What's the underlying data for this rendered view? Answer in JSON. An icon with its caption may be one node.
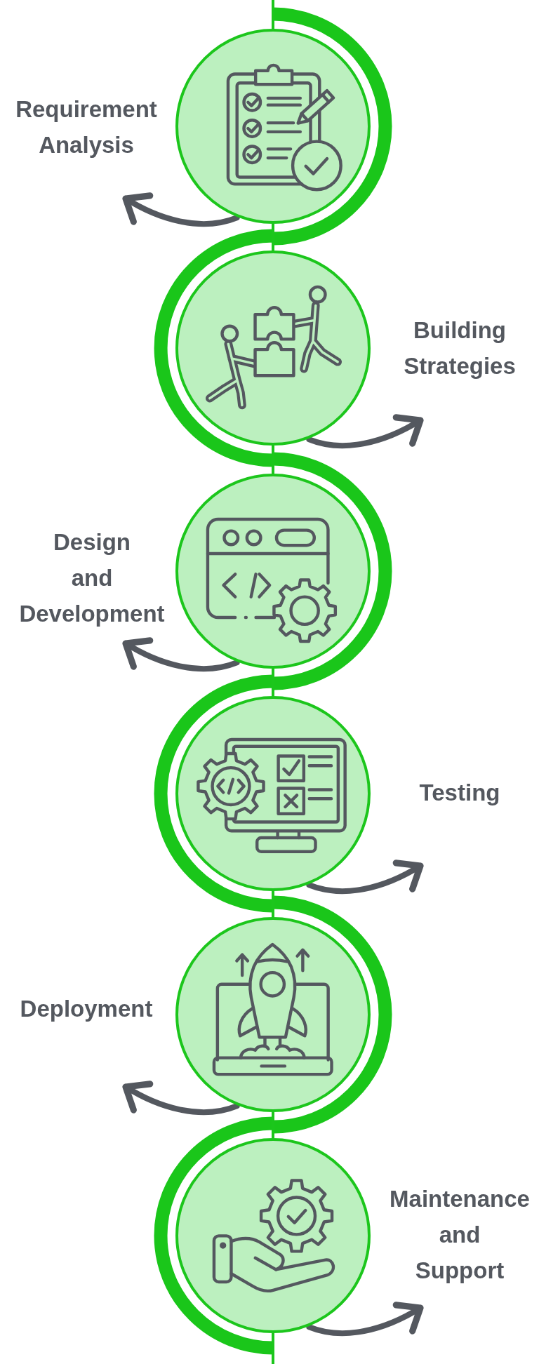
{
  "diagram": {
    "nodes": [
      {
        "text": [],
        "shape": "circle"
      },
      {
        "text": [
          "Requirement Analysis"
        ]
      },
      {
        "text": [],
        "shape": "circle"
      },
      {
        "text": [
          "Building Strategies"
        ]
      },
      {
        "text": [],
        "shape": "circle"
      },
      {
        "text": [
          "Design and Development"
        ]
      },
      {
        "text": [],
        "shape": "circle"
      },
      {
        "text": [
          "Testing"
        ]
      },
      {
        "text": [],
        "shape": "circle"
      },
      {
        "text": [
          "Deployment"
        ]
      },
      {
        "text": [],
        "shape": "circle"
      },
      {
        "text": [
          "Maintenance and Support"
        ]
      }
    ],
    "edges": [
      {
        "from": null,
        "to": 0,
        "arrow": "none"
      },
      {
        "from": 0,
        "to": 1,
        "arrow": "to",
        "style": "thick",
        "color": "#54585f"
      },
      {
        "from": 0,
        "to": 2,
        "arrow": "none"
      },
      {
        "from": 2,
        "to": 3,
        "arrow": "to",
        "style": "thick",
        "color": "#54585f"
      },
      {
        "from": 2,
        "to": 4,
        "arrow": "none"
      },
      {
        "from": 4,
        "to": 5,
        "arrow": "to",
        "style": "thick",
        "color": "#54585f"
      },
      {
        "from": 4,
        "to": 6,
        "arrow": "none"
      },
      {
        "from": 6,
        "to": 7,
        "arrow": "to",
        "style": "thick",
        "color": "#54585f"
      },
      {
        "from": 6,
        "to": 8,
        "arrow": "none"
      },
      {
        "from": 8,
        "to": 9,
        "arrow": "to",
        "style": "thick",
        "color": "#54585f"
      },
      {
        "from": 8,
        "to": 10,
        "arrow": "none"
      },
      {
        "from": 10,
        "to": 11,
        "arrow": "to",
        "style": "thick",
        "color": "#54585f"
      },
      {
        "from": 10,
        "to": null,
        "arrow": "none"
      }
    ]
  }
}
